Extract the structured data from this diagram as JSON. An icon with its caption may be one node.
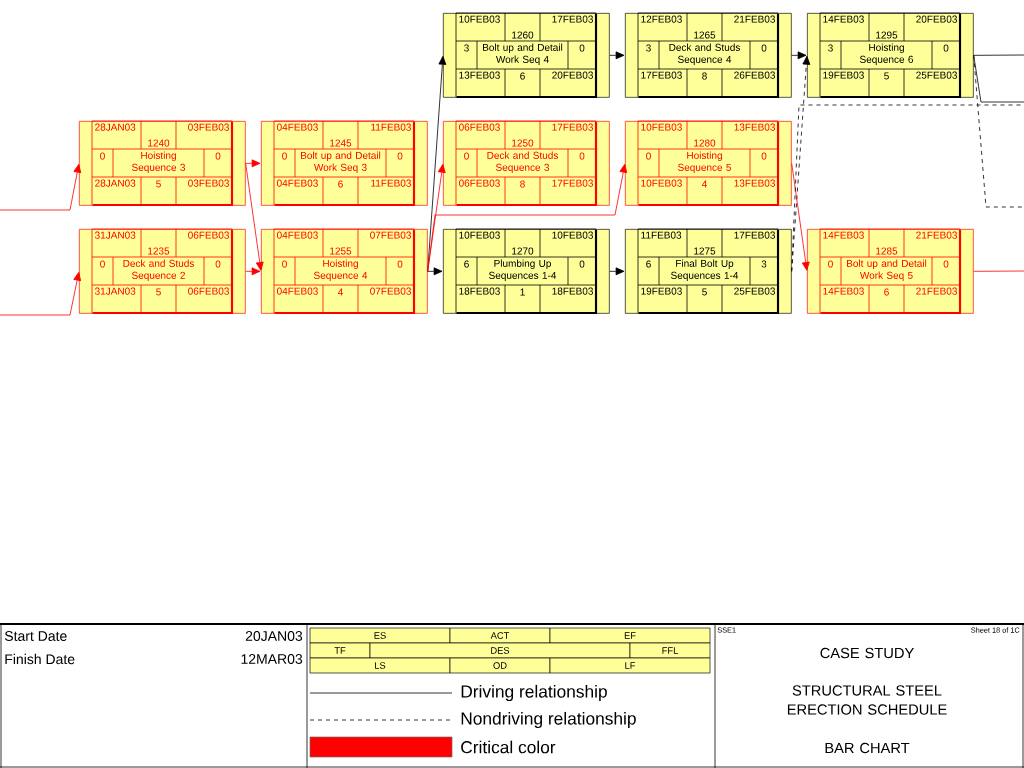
{
  "diagram": {
    "nodes": [
      {
        "text": [
          "10FEB03",
          "1260",
          "17FEB03",
          "3",
          "Bolt up and Detail Work Seq 4",
          "0",
          "13FEB03",
          "6",
          "20FEB03"
        ]
      },
      {
        "text": [
          "12FEB03",
          "1265",
          "21FEB03",
          "3",
          "Deck and Studs Sequence 4",
          "0",
          "17FEB03",
          "8",
          "26FEB03"
        ]
      },
      {
        "text": [
          "14FEB03",
          "1295",
          "20FEB03",
          "3",
          "Hoisting Sequence 6",
          "0",
          "19FEB03",
          "5",
          "25FEB03"
        ]
      },
      {
        "text": [
          "28JAN03",
          "1240",
          "03FEB03",
          "0",
          "Hoisting Sequence 3",
          "0",
          "28JAN03",
          "5",
          "03FEB03"
        ]
      },
      {
        "text": [
          "04FEB03",
          "1245",
          "11FEB03",
          "0",
          "Bolt up and Detail Work Seq 3",
          "0",
          "04FEB03",
          "6",
          "11FEB03"
        ]
      },
      {
        "text": [
          "06FEB03",
          "1250",
          "17FEB03",
          "0",
          "Deck and Studs Sequence 3",
          "0",
          "06FEB03",
          "8",
          "17FEB03"
        ]
      },
      {
        "text": [
          "10FEB03",
          "1280",
          "13FEB03",
          "0",
          "Hoisting Sequence 5",
          "0",
          "10FEB03",
          "4",
          "13FEB03"
        ]
      },
      {
        "text": [
          "31JAN03",
          "1235",
          "06FEB03",
          "0",
          "Deck and Studs Sequence 2",
          "0",
          "31JAN03",
          "5",
          "06FEB03"
        ]
      },
      {
        "text": [
          "04FEB03",
          "1255",
          "07FEB03",
          "0",
          "Hoisting Sequence 4",
          "0",
          "04FEB03",
          "4",
          "07FEB03"
        ]
      },
      {
        "text": [
          "10FEB03",
          "1270",
          "10FEB03",
          "6",
          "Plumbing Up Sequences 1-4",
          "0",
          "18FEB03",
          "1",
          "18FEB03"
        ]
      },
      {
        "text": [
          "11FEB03",
          "1275",
          "17FEB03",
          "6",
          "Final Bolt Up Sequences 1-4",
          "3",
          "19FEB03",
          "5",
          "25FEB03"
        ]
      },
      {
        "text": [
          "14FEB03",
          "1285",
          "21FEB03",
          "0",
          "Bolt up and Detail Work Seq 5",
          "0",
          "14FEB03",
          "6",
          "21FEB03"
        ]
      }
    ],
    "edges": [
      {
        "from": null,
        "to": 3,
        "arrow": "to",
        "color": "#ff0000"
      },
      {
        "from": null,
        "to": 7,
        "arrow": "to",
        "color": "#ff0000"
      },
      {
        "from": 3,
        "to": 4,
        "arrow": "to",
        "color": "#ff0000"
      },
      {
        "from": 3,
        "to": 8,
        "arrow": "to",
        "color": "#ff0000"
      },
      {
        "from": 7,
        "to": 8,
        "arrow": "to",
        "color": "#ff0000"
      },
      {
        "from": 8,
        "to": 0,
        "arrow": "to"
      },
      {
        "from": 8,
        "to": 5,
        "arrow": "to",
        "color": "#ff0000"
      },
      {
        "from": 8,
        "to": 9,
        "arrow": "to"
      },
      {
        "from": 8,
        "to": 6,
        "arrow": "to",
        "color": "#ff0000"
      },
      {
        "from": 0,
        "to": 1,
        "arrow": "to"
      },
      {
        "from": 9,
        "to": 10,
        "arrow": "to"
      },
      {
        "from": 1,
        "to": 2,
        "arrow": "to"
      },
      {
        "from": 10,
        "to": 2,
        "arrow": "to",
        "style": "dashed"
      },
      {
        "from": 6,
        "to": 11,
        "arrow": "to",
        "color": "#ff0000"
      },
      {
        "from": 10,
        "to": null,
        "arrow": "none",
        "style": "dashed"
      },
      {
        "from": 2,
        "to": null,
        "arrow": "none"
      },
      {
        "from": 2,
        "to": null,
        "arrow": "none"
      },
      {
        "from": 2,
        "to": null,
        "arrow": "none",
        "style": "dashed"
      },
      {
        "from": 11,
        "to": null,
        "arrow": "none",
        "color": "#ff0000"
      }
    ],
    "labels": [
      "Start Date",
      "20JAN03",
      "Finish Date",
      "12MAR03",
      "ES",
      "ACT",
      "EF",
      "TF",
      "DES",
      "FFL",
      "LS",
      "OD",
      "LF",
      "SSE1",
      "Sheet 18 of 1C",
      "CASE STUDY",
      "STRUCTURAL STEEL ERECTION SCHEDULE",
      "BAR CHART"
    ],
    "legend": [
      {
        "text": "Driving relationship"
      },
      {
        "text": "Nondriving relationship"
      },
      {
        "text": "Critical color",
        "color": "#ff0000"
      }
    ]
  }
}
